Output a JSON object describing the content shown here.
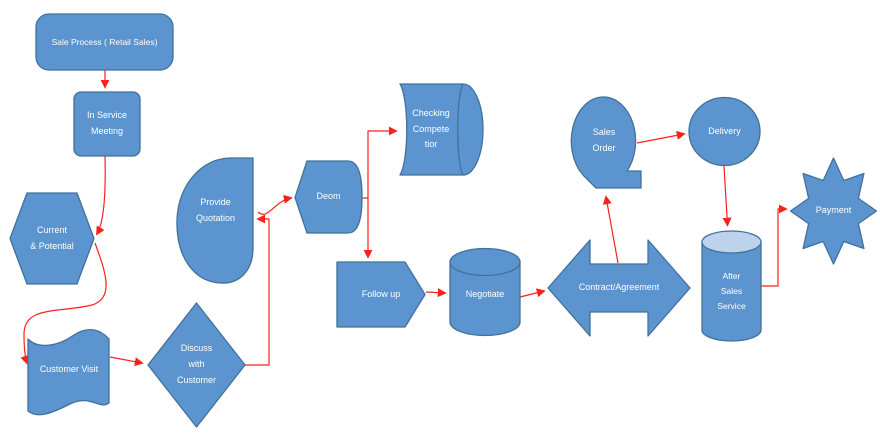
{
  "colors": {
    "shape_fill": "#5b94ce",
    "shape_border": "#41719c",
    "cylinder_top": "#bdd3ec",
    "arrow": "#f8221a",
    "label": "#ffffff",
    "background": "#ffffff"
  },
  "nodes": [
    {
      "id": "sale-process",
      "shape": "rounded-rectangle",
      "label": "Sale Process ( Retail Sales)"
    },
    {
      "id": "in-service-meeting",
      "shape": "rounded-rectangle",
      "label": "In Service\nMeeting"
    },
    {
      "id": "current-potential",
      "shape": "hexagon",
      "label": "Current\n& Potential"
    },
    {
      "id": "customer-visit",
      "shape": "wave",
      "label": "Customer Visit"
    },
    {
      "id": "discuss-with-customer",
      "shape": "diamond",
      "label": "Discuss\nwith\nCustomer"
    },
    {
      "id": "provide-quotation",
      "shape": "teardrop",
      "label": "Provide\nQuotation"
    },
    {
      "id": "deom",
      "shape": "display",
      "label": "Deom"
    },
    {
      "id": "checking-competetior",
      "shape": "direct-access-storage",
      "label": "Checking\nCompete\ntior"
    },
    {
      "id": "follow-up",
      "shape": "pentagon-arrow",
      "label": "Follow up"
    },
    {
      "id": "negotiate",
      "shape": "cylinder",
      "label": "Negotiate"
    },
    {
      "id": "contract-agreement",
      "shape": "double-arrow",
      "label": "Contract/Agreement"
    },
    {
      "id": "sales-order",
      "shape": "circle-with-tail",
      "label": "Sales\nOrder"
    },
    {
      "id": "delivery",
      "shape": "circle",
      "label": "Delivery"
    },
    {
      "id": "after-sales-service",
      "shape": "cylinder",
      "label": "After\nSales\nService"
    },
    {
      "id": "payment",
      "shape": "star-8-point",
      "label": "Payment"
    }
  ],
  "connections": [
    {
      "from": "sale-process",
      "to": "in-service-meeting"
    },
    {
      "from": "in-service-meeting",
      "to": "current-potential"
    },
    {
      "from": "current-potential",
      "to": "customer-visit"
    },
    {
      "from": "customer-visit",
      "to": "discuss-with-customer"
    },
    {
      "from": "discuss-with-customer",
      "to": "provide-quotation"
    },
    {
      "from": "provide-quotation",
      "to": "deom"
    },
    {
      "from": "deom",
      "to": "checking-competetior"
    },
    {
      "from": "deom",
      "to": "follow-up"
    },
    {
      "from": "follow-up",
      "to": "negotiate"
    },
    {
      "from": "negotiate",
      "to": "contract-agreement"
    },
    {
      "from": "contract-agreement",
      "to": "sales-order"
    },
    {
      "from": "sales-order",
      "to": "delivery"
    },
    {
      "from": "delivery",
      "to": "after-sales-service"
    },
    {
      "from": "after-sales-service",
      "to": "payment"
    }
  ]
}
